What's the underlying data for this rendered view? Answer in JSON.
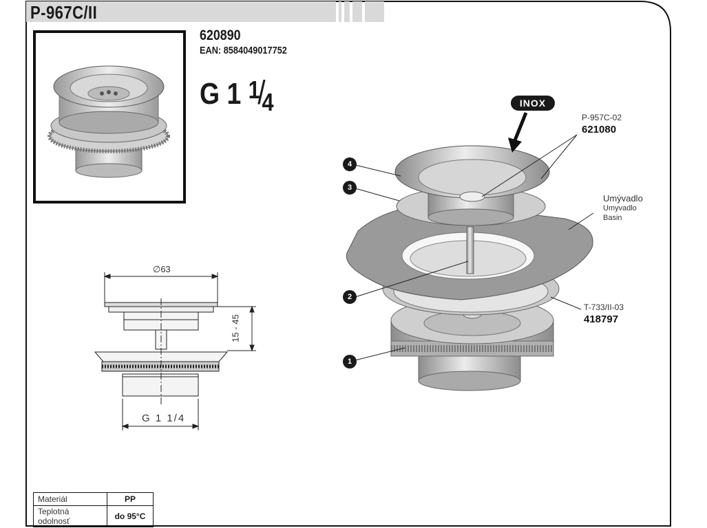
{
  "header": {
    "title": "P-967C/II"
  },
  "product": {
    "code": "620890",
    "ean": "EAN: 8584049017752",
    "thread_main": "G 1",
    "thread_num": "1",
    "thread_slash": "/",
    "thread_den": "4"
  },
  "drawing": {
    "diameter": "∅63",
    "height_range": "15 - 45",
    "thread_label": "G 1 1/4"
  },
  "exploded": {
    "inox_badge": "INOX",
    "part_top_code": "P-957C-02",
    "part_top_number": "621080",
    "basin_cz": "Umývadlo",
    "basin_sk": "Umyvadlo",
    "basin_en": "Basin",
    "part_bottom_code": "T-733/II-03",
    "part_bottom_number": "418797",
    "callouts": [
      "4",
      "3",
      "2",
      "1"
    ]
  },
  "specs": {
    "rows": [
      {
        "key": "Materiál",
        "value": "PP"
      },
      {
        "key": "Teplotná odolnosť",
        "value": "do 95°C"
      }
    ]
  },
  "colors": {
    "metal_light": "#e6e6e6",
    "metal_mid": "#b8b8b8",
    "metal_dark": "#8a8a8a",
    "basin": "#9a9a9a",
    "ink": "#1a1a1a"
  }
}
